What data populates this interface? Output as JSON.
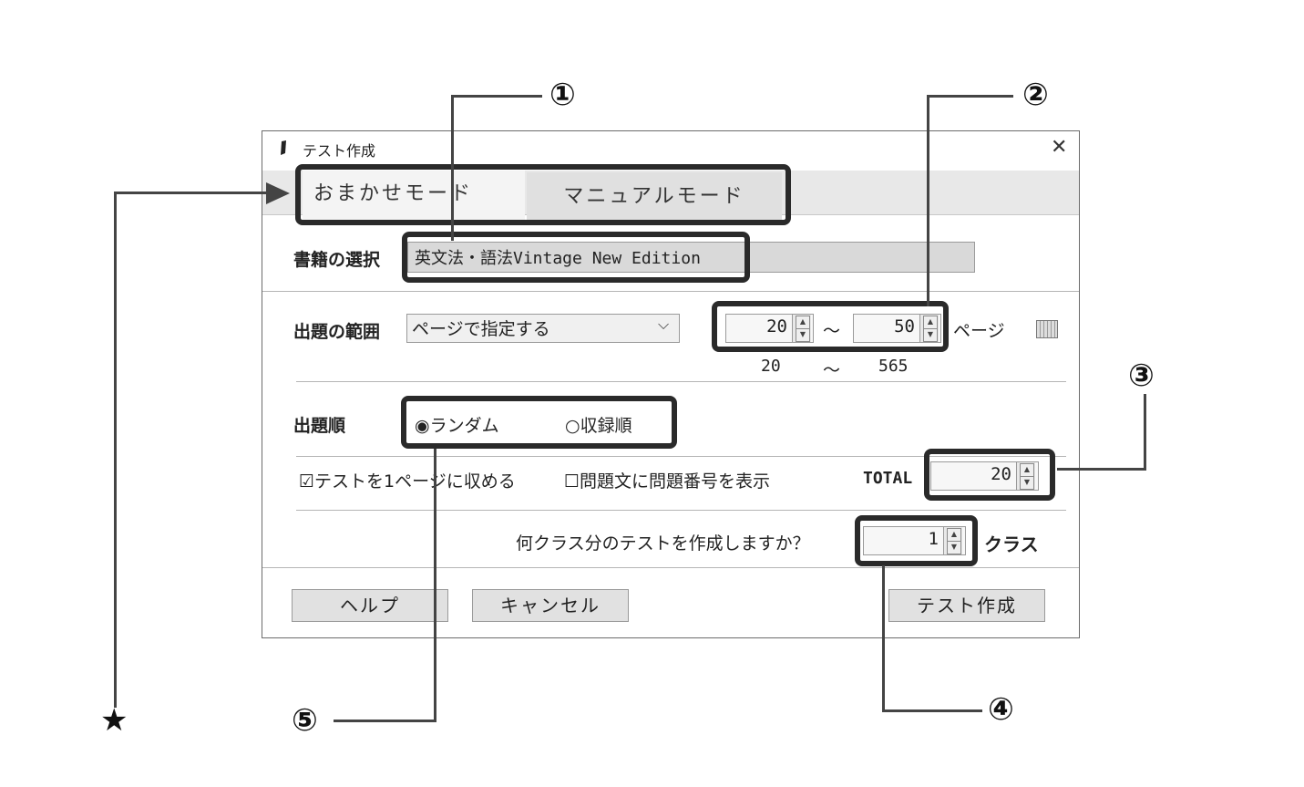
{
  "window": {
    "title": "テスト作成",
    "close_icon": "close-icon"
  },
  "tabs": [
    {
      "label": "おまかせモード"
    },
    {
      "label": "マニュアルモード"
    }
  ],
  "book": {
    "label": "書籍の選択",
    "value": "英文法・語法Vintage New Edition"
  },
  "range": {
    "label": "出題の範囲",
    "mode_value": "ページで指定する",
    "from": "20",
    "tilde": "～",
    "to": "50",
    "unit": "ページ",
    "min": "20",
    "max": "565"
  },
  "order": {
    "label": "出題順",
    "options": [
      "ランダム",
      "収録順"
    ],
    "selected": "ランダム"
  },
  "options": {
    "fit_one_page": "テストを1ページに収める",
    "show_numbers": "問題文に問題番号を表示"
  },
  "total": {
    "label": "TOTAL",
    "value": "20"
  },
  "classes": {
    "prompt": "何クラス分のテストを作成しますか？",
    "value": "1",
    "unit": "クラス"
  },
  "buttons": {
    "help": "ヘルプ",
    "cancel": "キャンセル",
    "create": "テスト作成"
  },
  "callouts": {
    "c1": "①",
    "c2": "②",
    "c3": "③",
    "c4": "④",
    "c5": "⑤",
    "star": "★"
  }
}
